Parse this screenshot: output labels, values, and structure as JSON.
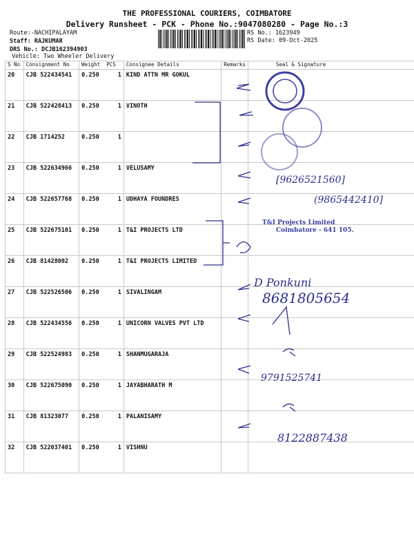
{
  "header": {
    "company": "THE PROFESSIONAL COURIERS, COIMBATORE",
    "subtitle": "Delivery Runsheet - PCK - Phone No.:9047080280 - Page No.:3",
    "route": "Route:-NACHIPALAYAM",
    "staff": "Staff: RAJKUMAR",
    "drs": "DRS No.: DCJB162394903",
    "vehicle": "Vehicle: Two Wheeler Delivery",
    "rs_no": "RS No.: 1623949",
    "rs_date": "RS Date: 09-Oct-2025"
  },
  "table": {
    "columns": [
      "S No",
      "Consignment No",
      "Weight",
      "PCS",
      "Consignee Details",
      "Remarks",
      "Seal & Signature"
    ],
    "rows": [
      {
        "sno": "20",
        "cn": "CJB 522434541",
        "wt": "0.250",
        "pcs": "1",
        "name": "KIND ATTN MR GOKUL"
      },
      {
        "sno": "21",
        "cn": "CJB 522428413",
        "wt": "0.250",
        "pcs": "1",
        "name": "VINOTH"
      },
      {
        "sno": "22",
        "cn": "CJB 1714252",
        "wt": "0.250",
        "pcs": "1",
        "name": ""
      },
      {
        "sno": "23",
        "cn": "CJB 522634966",
        "wt": "0.250",
        "pcs": "1",
        "name": "VELUSAMY"
      },
      {
        "sno": "24",
        "cn": "CJB 522657768",
        "wt": "0.250",
        "pcs": "1",
        "name": "UDHAYA FOUNDRES"
      },
      {
        "sno": "25",
        "cn": "CJB 522675101",
        "wt": "0.250",
        "pcs": "1",
        "name": "T&I PROJECTS LTD"
      },
      {
        "sno": "26",
        "cn": "CJB 81428002",
        "wt": "0.250",
        "pcs": "1",
        "name": "T&I PROJECTS LIMITED"
      },
      {
        "sno": "27",
        "cn": "CJB 522526506",
        "wt": "0.250",
        "pcs": "1",
        "name": "SIVALINGAM"
      },
      {
        "sno": "28",
        "cn": "CJB 522434556",
        "wt": "0.250",
        "pcs": "1",
        "name": "UNICORN VALVES PVT LTD"
      },
      {
        "sno": "29",
        "cn": "CJB 522524983",
        "wt": "0.250",
        "pcs": "1",
        "name": "SHANMUGARAJA"
      },
      {
        "sno": "30",
        "cn": "CJB 522675090",
        "wt": "0.250",
        "pcs": "1",
        "name": "JAYABHARATH M"
      },
      {
        "sno": "31",
        "cn": "CJB 81323077",
        "wt": "0.250",
        "pcs": "1",
        "name": "PALANISAMY"
      },
      {
        "sno": "32",
        "cn": "CJB 522037401",
        "wt": "0.250",
        "pcs": "1",
        "name": "VISHNU"
      }
    ]
  },
  "handwriting": {
    "phone1": "[9626521560]",
    "phone2": "(9865442410]",
    "name1": "D Ponkuni",
    "phone3": "8681805654",
    "phone4": "9791525741",
    "phone5": "8122887438",
    "stamp_company": "T&I Projects Limited",
    "stamp_address": "Coimbatore - 641 105."
  },
  "colors": {
    "ink": "#2a2f8a",
    "stamp": "#3a3fa0"
  }
}
